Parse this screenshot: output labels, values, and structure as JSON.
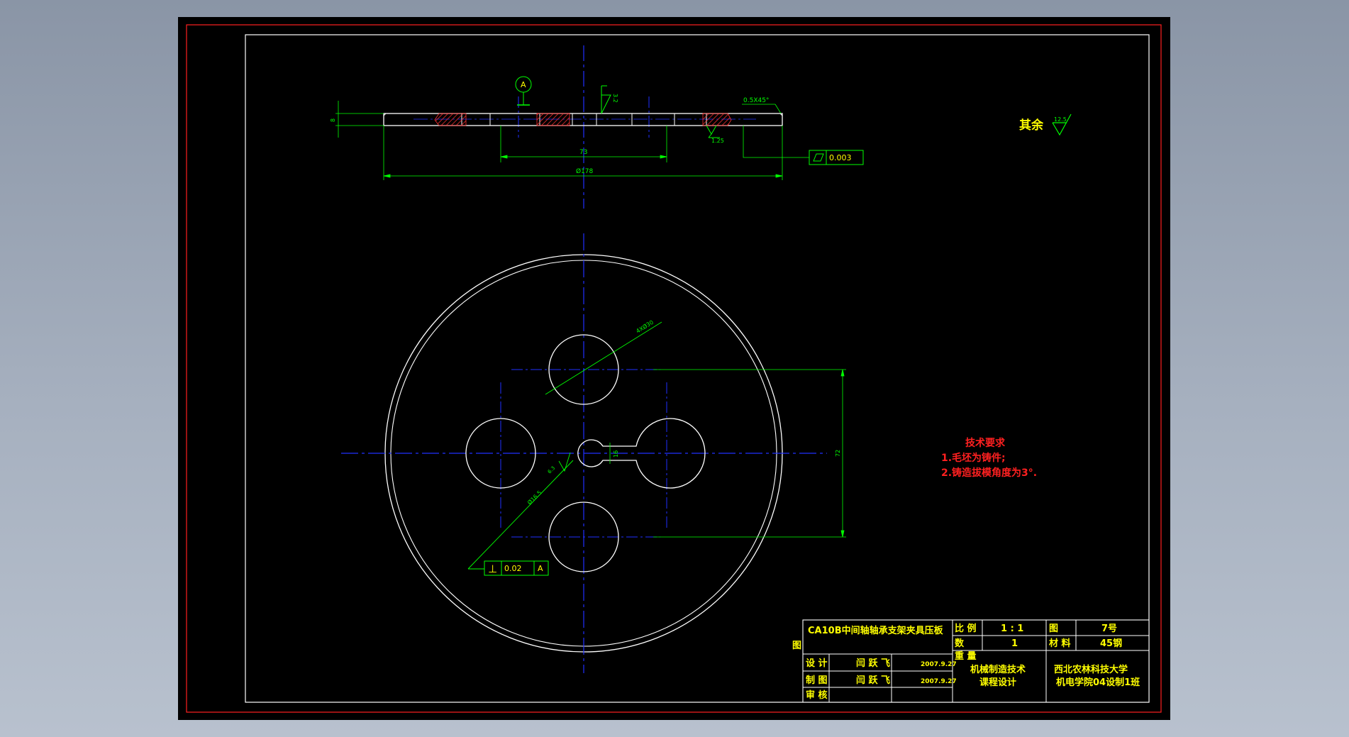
{
  "annotations": {
    "datum": "A",
    "dim_thickness": "8",
    "dim_73": "73",
    "dim_dia178": "Ø178",
    "chamfer": "0.5X45°",
    "rough_3_2": "3.2",
    "rough_1_25": "1.25",
    "flatness_value": "0.003",
    "general_roughness_label": "其余",
    "general_roughness_value": "12.5",
    "hole_dim": "4XØ30",
    "slot_width": "16",
    "bottom_rough": "6.3",
    "small_hole_dim": "Ø16.5",
    "vertical_dim": "72",
    "perp_symbol": "⊥",
    "perp_value": "0.02",
    "perp_datum": "A"
  },
  "tech_req": {
    "title": "技术要求",
    "line1": "1.毛坯为铸件;",
    "line2": "2.铸造拔模角度为3°."
  },
  "title_block": {
    "part_name": "CA10B中间轴轴承支架夹具压板",
    "scale_label": "比  例",
    "scale_value": "1 : 1",
    "drawing_no_label": "图",
    "drawing_no_value": "7号",
    "qty_label": "数",
    "qty_value": "1",
    "material_label": "材 料",
    "material_value": "45钢",
    "weight_label": "重 量",
    "side_char": "图",
    "design_label": "设  计",
    "design_name": "闫 跃 飞",
    "design_date": "2007.9.27",
    "draw_label": "制  图",
    "draw_name": "闫 跃 飞",
    "draw_date": "2007.9.27",
    "review_label": "审 核",
    "course_line1": "机械制造技术",
    "course_line2": "课程设计",
    "school_line1": "西北农林科技大学",
    "school_line2": "机电学院04设制1班"
  },
  "colors": {
    "background": "#000000",
    "border_outer": "#ff2020",
    "geometry": "#ffffff",
    "dimension": "#00ff00",
    "centerline": "#2030ff",
    "section_hatch": "#ff3030",
    "text_yellow": "#ffff00",
    "text_red": "#ff2020"
  }
}
